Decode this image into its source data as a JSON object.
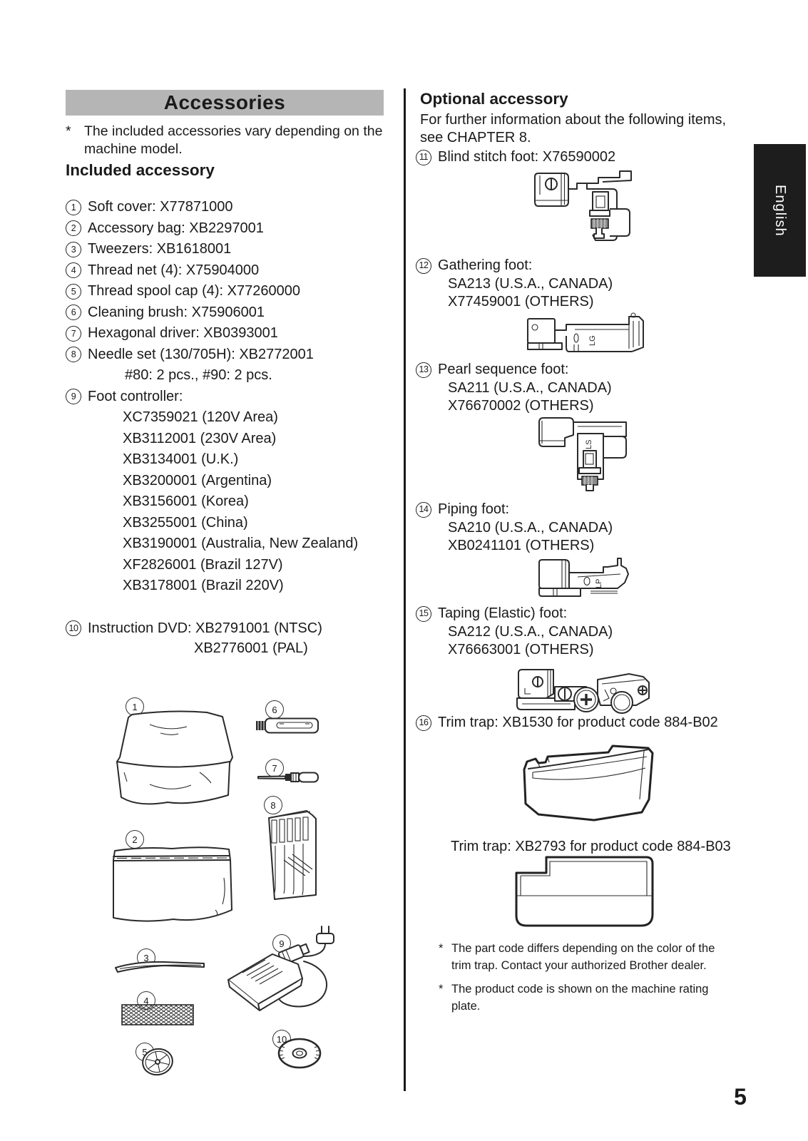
{
  "page": {
    "number": "5",
    "language_tab": "English"
  },
  "colors": {
    "header_bar": "#b5b5b5",
    "tab_bg": "#1d1d1d",
    "ink": "#1a1a1a"
  },
  "accessories": {
    "title": "Accessories",
    "note_marker": "*",
    "note": "The included accessories vary depending on the machine model.",
    "included_heading": "Included accessory",
    "items": [
      {
        "num": "1",
        "label": "Soft cover: X77871000"
      },
      {
        "num": "2",
        "label": "Accessory bag: XB2297001"
      },
      {
        "num": "3",
        "label": "Tweezers: XB1618001"
      },
      {
        "num": "4",
        "label": "Thread net (4): X75904000"
      },
      {
        "num": "5",
        "label": "Thread spool cap (4): X77260000"
      },
      {
        "num": "6",
        "label": "Cleaning brush: X75906001"
      },
      {
        "num": "7",
        "label": "Hexagonal driver: XB0393001"
      },
      {
        "num": "8",
        "label": "Needle set (130/705H): XB2772001",
        "detail": "#80: 2 pcs., #90: 2 pcs."
      },
      {
        "num": "9",
        "label": "Foot controller:",
        "variants": [
          "XC7359021 (120V Area)",
          "XB3112001 (230V Area)",
          "XB3134001 (U.K.)",
          "XB3200001 (Argentina)",
          "XB3156001 (Korea)",
          "XB3255001 (China)",
          "XB3190001 (Australia, New Zealand)",
          "XF2826001 (Brazil 127V)",
          "XB3178001 (Brazil 220V)"
        ]
      },
      {
        "num": "10",
        "label": "Instruction DVD:",
        "codes": [
          "XB2791001 (NTSC)",
          "XB2776001 (PAL)"
        ]
      }
    ]
  },
  "optional": {
    "heading": "Optional accessory",
    "intro": "For further information about the following items, see CHAPTER 8.",
    "items": [
      {
        "num": "11",
        "lines": [
          "Blind stitch foot: X76590002"
        ]
      },
      {
        "num": "12",
        "lines": [
          "Gathering foot:",
          "SA213 (U.S.A., CANADA)",
          "X77459001 (OTHERS)"
        ],
        "marking": "LG"
      },
      {
        "num": "13",
        "lines": [
          "Pearl sequence foot:",
          "SA211 (U.S.A., CANADA)",
          "X76670002 (OTHERS)"
        ],
        "marking": "LS"
      },
      {
        "num": "14",
        "lines": [
          "Piping foot:",
          "SA210 (U.S.A., CANADA)",
          "XB0241101 (OTHERS)"
        ],
        "marking": "LP"
      },
      {
        "num": "15",
        "lines": [
          "Taping (Elastic) foot:",
          "SA212 (U.S.A., CANADA)",
          "X76663001 (OTHERS)"
        ]
      },
      {
        "num": "16",
        "lines": [
          "Trim trap: XB1530 for product code 884-B02"
        ]
      }
    ],
    "trim_trap_2_caption": "Trim trap: XB2793 for product code 884-B03",
    "footnote_marker": "*",
    "footnotes": [
      "The part code differs depending on the color of the trim trap. Contact your authorized Brother dealer.",
      "The product code is shown on the machine rating plate."
    ]
  }
}
